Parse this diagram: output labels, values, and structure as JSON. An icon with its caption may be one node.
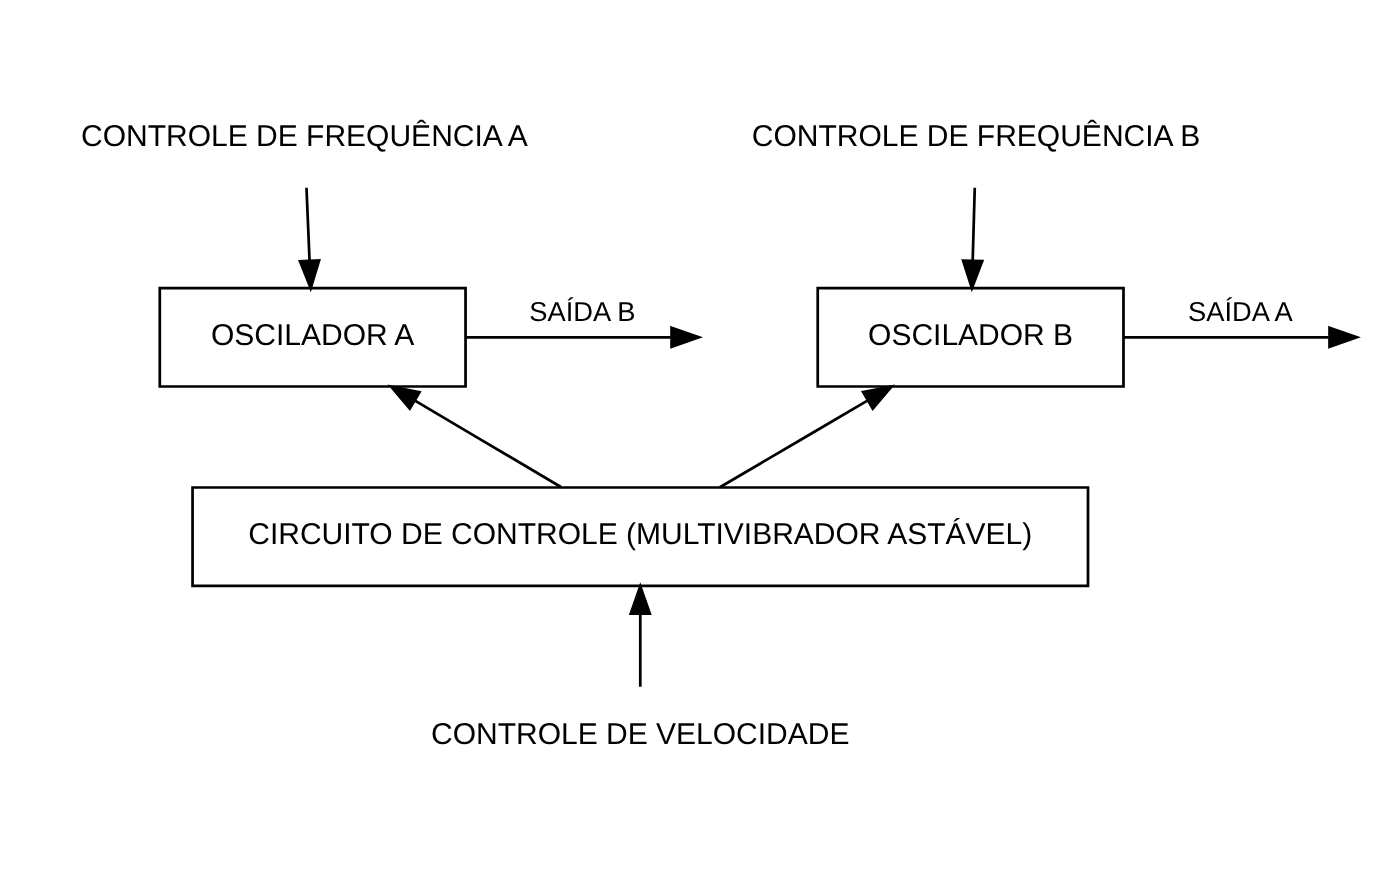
{
  "diagram": {
    "nodes": [
      {
        "text": [
          "OSCILADOR A"
        ]
      },
      {
        "text": [
          "OSCILADOR B"
        ]
      },
      {
        "text": [
          "CIRCUITO DE CONTROLE (MULTIVIBRADOR ASTÁVEL)"
        ]
      },
      {
        "text": [
          "CONTROLE DE FREQUÊNCIA A"
        ]
      },
      {
        "text": [
          "CONTROLE DE FREQUÊNCIA B"
        ]
      },
      {
        "text": [
          "CONTROLE DE VELOCIDADE"
        ]
      }
    ],
    "edges": [
      {
        "from": 3,
        "to": 0,
        "arrow": "to"
      },
      {
        "from": 4,
        "to": 1,
        "arrow": "to"
      },
      {
        "from": 2,
        "to": 0,
        "arrow": "to"
      },
      {
        "from": 2,
        "to": 1,
        "arrow": "to"
      },
      {
        "from": 5,
        "to": 2,
        "arrow": "to"
      },
      {
        "from": 0,
        "to": null,
        "arrow": "to",
        "label": "SAÍDA B"
      },
      {
        "from": 1,
        "to": null,
        "arrow": "to",
        "label": "SAÍDA A"
      }
    ]
  }
}
